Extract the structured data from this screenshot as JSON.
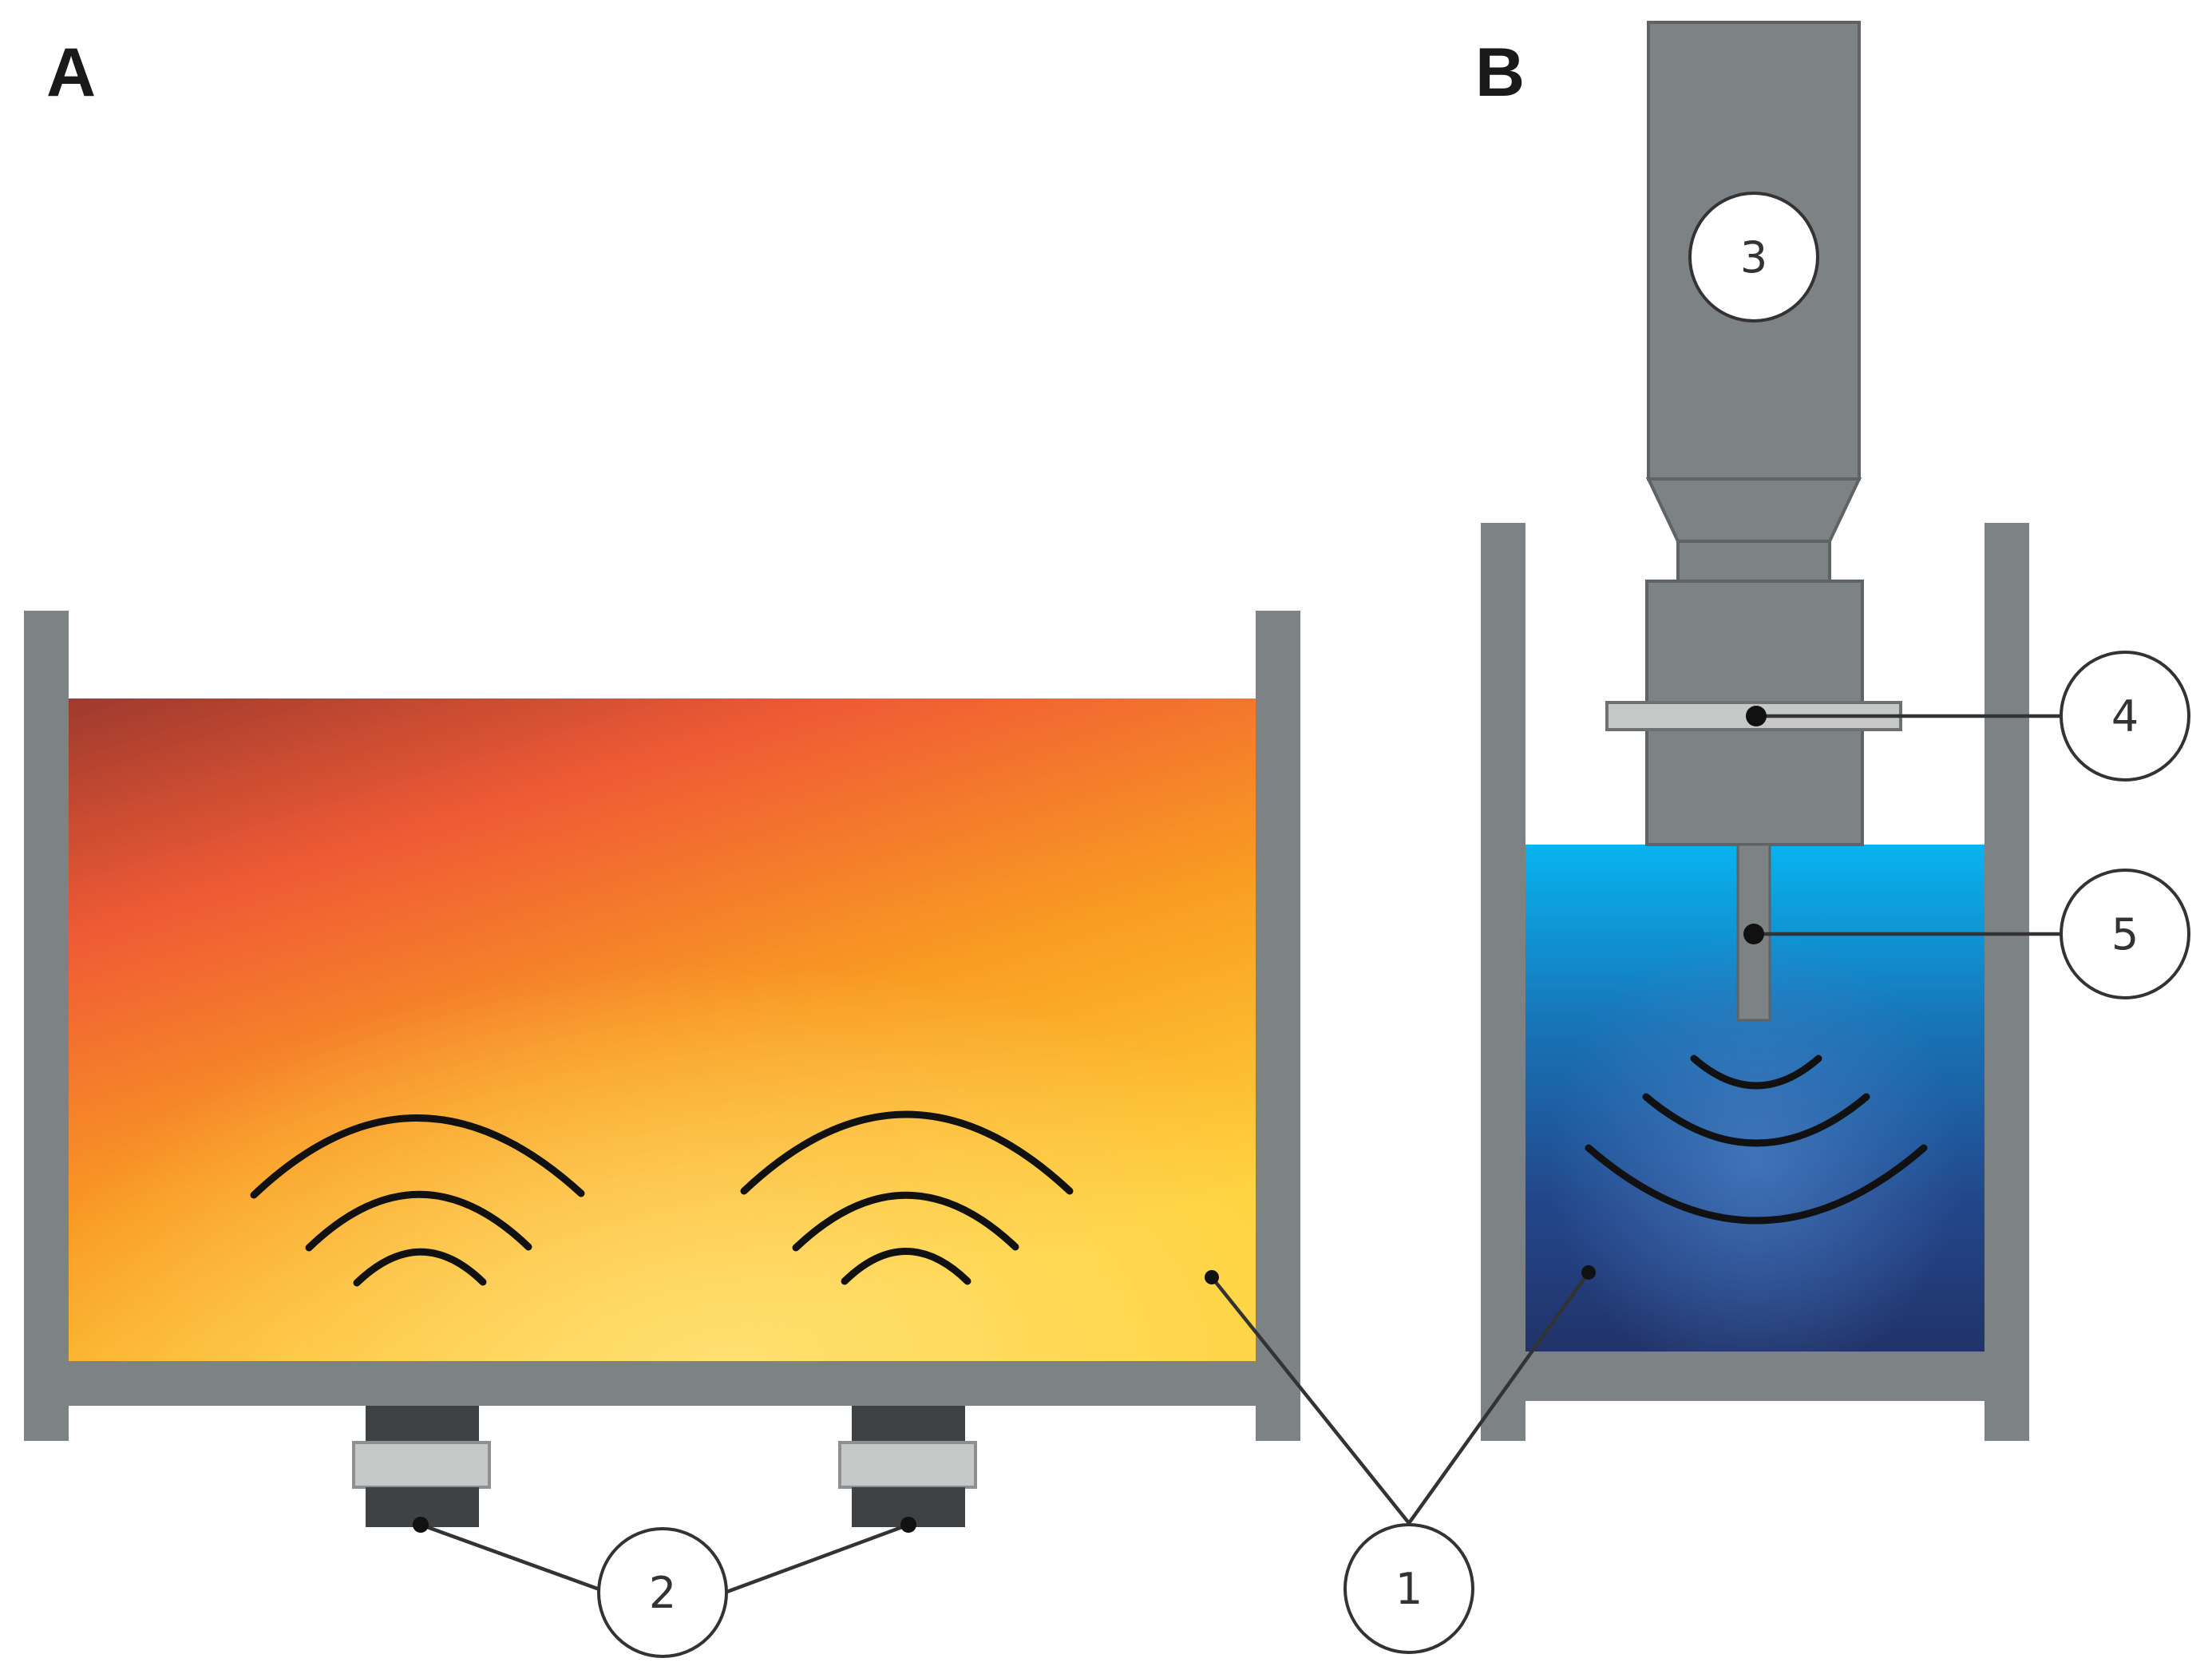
{
  "panels": {
    "a": {
      "label": "A"
    },
    "b": {
      "label": "B"
    }
  },
  "callouts": {
    "c1": "1",
    "c2": "2",
    "c3": "3",
    "c4": "4",
    "c5": "5"
  },
  "colors": {
    "bath_hot_top": "#9e3a2e",
    "bath_hot_mid": "#f26a2c",
    "bath_hot_bottom": "#ffd23a",
    "water_top": "#08b4f0",
    "water_bottom": "#23336a",
    "metal": "#7d8285",
    "transducer_dark": "#3e4245",
    "transducer_band": "#c6c8c8"
  }
}
